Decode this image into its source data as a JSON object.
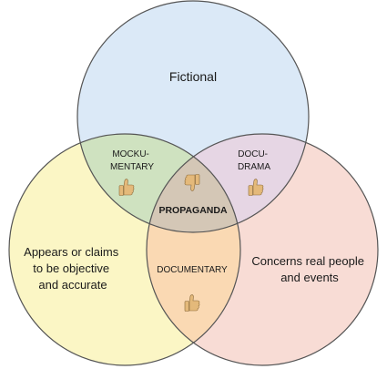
{
  "diagram": {
    "sets": [
      {
        "id": "fictional",
        "label_lines": [
          "Fictional"
        ],
        "fill": "#dbe9f7"
      },
      {
        "id": "objective",
        "label_lines": [
          "Appears or claims",
          "to be objective",
          "and accurate"
        ],
        "fill": "#fbf6c5"
      },
      {
        "id": "real",
        "label_lines": [
          "Concerns real people",
          "and events"
        ],
        "fill": "#f8dcd5"
      }
    ],
    "overlaps": [
      {
        "id": "mockumentary",
        "label_lines": [
          "MOCKU-",
          "MENTARY"
        ],
        "verdict": "thumbs-up"
      },
      {
        "id": "docudrama",
        "label_lines": [
          "DOCU-",
          "DRAMA"
        ],
        "verdict": "thumbs-up"
      },
      {
        "id": "documentary",
        "label_lines": [
          "DOCUMENTARY"
        ],
        "verdict": "thumbs-up"
      },
      {
        "id": "propaganda",
        "label_lines": [
          "PROPAGANDA"
        ],
        "verdict": "thumbs-down"
      }
    ],
    "colors": {
      "outline": "#555555",
      "fictional_objective": "#cfe2c0",
      "fictional_real": "#e6d6e4",
      "objective_real": "#fad9b3",
      "center": "#d4c7b6",
      "thumb": "#e4b97a"
    }
  }
}
